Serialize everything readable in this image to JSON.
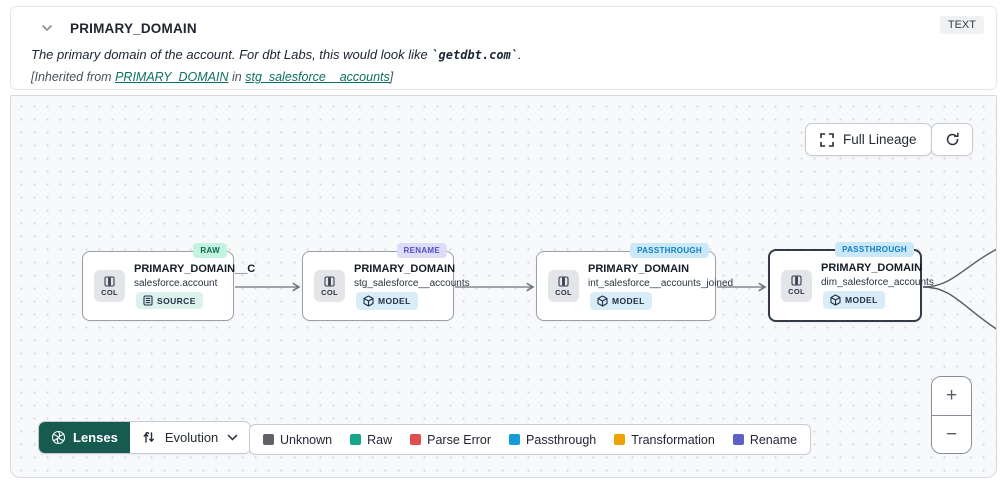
{
  "header": {
    "title": "PRIMARY_DOMAIN",
    "type_badge": "TEXT",
    "description": {
      "prefix": "The primary domain of the account. For dbt Labs, this would look like ",
      "code": "`getdbt.com`",
      "suffix": "."
    },
    "inherited": {
      "prefix": "[Inherited from ",
      "column_link": "PRIMARY_DOMAIN",
      "middle": " in ",
      "model_link": "stg_salesforce__accounts",
      "suffix": "]"
    }
  },
  "canvas": {
    "full_lineage_button": "Full Lineage",
    "refresh_icon": "refresh-icon",
    "nodes": [
      {
        "badge": "RAW",
        "chip": "COL",
        "title": "PRIMARY_DOMAIN__C",
        "subtitle": "salesforce.account",
        "tag": "SOURCE",
        "selected": false
      },
      {
        "badge": "RENAME",
        "chip": "COL",
        "title": "PRIMARY_DOMAIN",
        "subtitle": "stg_salesforce__accounts",
        "tag": "MODEL",
        "selected": false
      },
      {
        "badge": "PASSTHROUGH",
        "chip": "COL",
        "title": "PRIMARY_DOMAIN",
        "subtitle": "int_salesforce__accounts_joined",
        "tag": "MODEL",
        "selected": false
      },
      {
        "badge": "PASSTHROUGH",
        "chip": "COL",
        "title": "PRIMARY_DOMAIN",
        "subtitle": "dim_salesforce_accounts",
        "tag": "MODEL",
        "selected": true
      }
    ],
    "edges": [
      {
        "from": 0,
        "to": 1
      },
      {
        "from": 1,
        "to": 2
      },
      {
        "from": 2,
        "to": 3
      }
    ],
    "fork_out_count": 2,
    "zoom_in": "+",
    "zoom_out": "−"
  },
  "toolbar": {
    "lenses_label": "Lenses",
    "lens_value": "Evolution",
    "legend": [
      {
        "label": "Unknown",
        "color": "#5F6368"
      },
      {
        "label": "Raw",
        "color": "#18A689"
      },
      {
        "label": "Parse Error",
        "color": "#E04F50"
      },
      {
        "label": "Passthrough",
        "color": "#149CD8"
      },
      {
        "label": "Transformation",
        "color": "#F0A202"
      },
      {
        "label": "Rename",
        "color": "#5E5FC7"
      }
    ]
  },
  "colors": {
    "badge_raw_bg": "#C3F2DF",
    "badge_raw_text": "#0C6B54",
    "badge_rename_bg": "#DEDCF9",
    "badge_rename_text": "#5450C2",
    "badge_passthrough_bg": "#CBE8F8",
    "badge_passthrough_text": "#1281C2",
    "lenses_bg": "#175A50",
    "link_teal": "#0C7060",
    "canvas_bg": "#F8F9FB"
  }
}
